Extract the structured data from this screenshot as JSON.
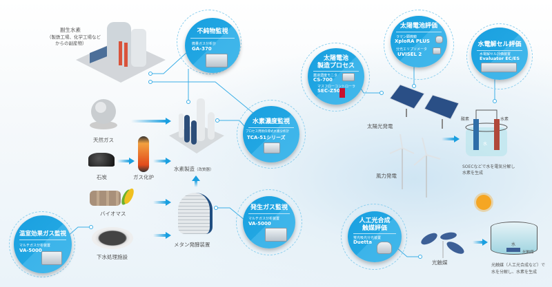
{
  "sources": {
    "byproduct_title": "副生水素",
    "byproduct_desc1": "（製鉄工場、化学工場など",
    "byproduct_desc2": "からの副産物）",
    "natural_gas": "天然ガス",
    "coal": "石炭",
    "gasifier": "ガス化炉",
    "biomass": "バイオマス",
    "sewage": "下水処理施設",
    "methane": "メタン発酵装置",
    "hydrogen_production": "水素製造",
    "hydrogen_production_note": "（改質器）",
    "solar_power": "太陽光発電",
    "wind_power": "風力発電",
    "oxygen": "酸素",
    "hydrogen": "水素",
    "water": "水",
    "soec_desc1": "SOECなどで水を電気分解し",
    "soec_desc2": "水素を生成",
    "photocatalyst": "光触媒",
    "photocatalyst_tank": "光触媒",
    "photo_desc1": "光触媒（人工光合成など）で",
    "photo_desc2": "水を分解し、水素を生成"
  },
  "callouts": {
    "impurity": {
      "title": "不純物監視",
      "sub": "微量ガス分析計",
      "model": "GA-370"
    },
    "h2conc": {
      "title": "水素濃度監視",
      "sub": "プロセス用熱伝導式水素分析計",
      "model": "TCA-51シリーズ"
    },
    "gen_gas": {
      "title": "発生ガス監視",
      "sub": "マルチガス分析装置",
      "model": "VA-5000"
    },
    "ghg": {
      "title": "温室効果ガス監視",
      "sub": "マルチガス分析装置",
      "model": "VA-5000"
    },
    "pv_process": {
      "title1": "太陽電池",
      "title2": "製造プロセス",
      "sub1": "薬液濃度モニタ",
      "model1": "CS-700",
      "sub2": "マスフローコントローラ",
      "model2": "SEC-Z500"
    },
    "pv_eval": {
      "title": "太陽電池評価",
      "sub1": "ラマン顕微鏡",
      "model1": "XploRA PLUS",
      "sub2": "分光エリプソメータ",
      "model2": "UVISEL 2"
    },
    "electrolysis": {
      "title": "水電解セル評価",
      "sub": "水電解セル評価装置",
      "model": "Evaluator EC/ES"
    },
    "artificial": {
      "title1": "人工光合成",
      "title2": "触媒評価",
      "sub": "蛍光吸光分光装置",
      "model": "Duetta"
    }
  },
  "colors": {
    "accent": "#1aa0e0",
    "sun": "#f5a623"
  }
}
